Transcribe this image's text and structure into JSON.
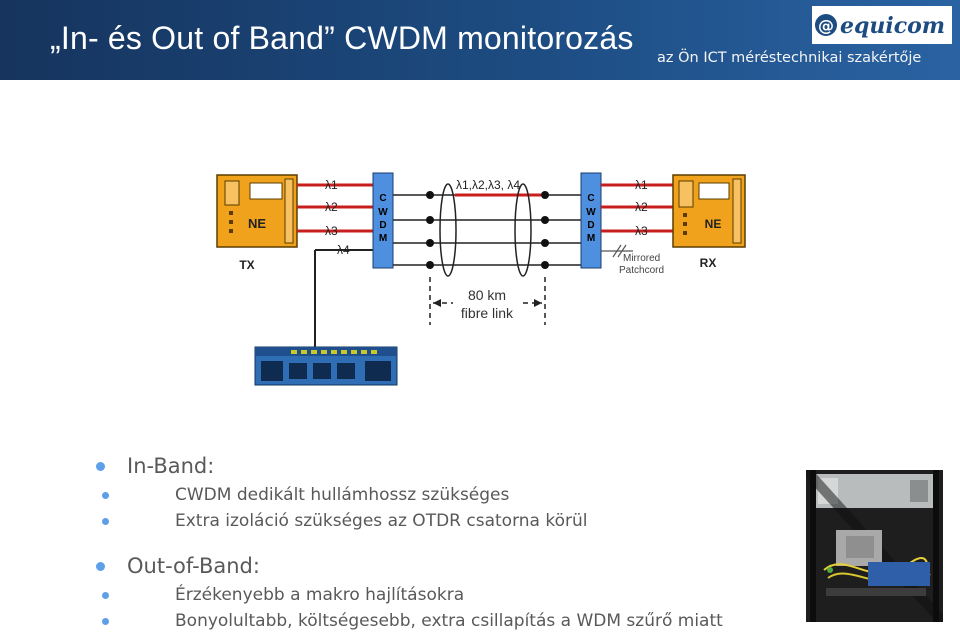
{
  "header": {
    "title": "„In- és Out of Band” CWDM monitorozás",
    "logo_text": "equicom",
    "tagline": "az Ön ICT méréstechnikai szakértője"
  },
  "diagram": {
    "tx_ne": "NE",
    "rx_ne": "NE",
    "tx_label": "TX",
    "rx_label": "RX",
    "cwdm_letters": [
      "C",
      "W",
      "D",
      "M"
    ],
    "lambdas_left": [
      "λ1",
      "λ2",
      "λ3",
      "λ4"
    ],
    "lambdas_right": [
      "λ1",
      "λ2",
      "λ3"
    ],
    "lambda_combined": "λ1,λ2,λ3, λ4",
    "distance": "80 km",
    "link_label": "fibre link",
    "mirrored_line1": "Mirrored",
    "mirrored_line2": "Patchcord"
  },
  "bullets": [
    {
      "text": "In-Band:",
      "sub": [
        "CWDM dedikált hullámhossz szükséges",
        "Extra izoláció szükséges az OTDR csatorna körül"
      ]
    },
    {
      "text": "Out-of-Band:",
      "sub": [
        "Érzékenyebb a makro hajlításokra",
        "Bonyolultabb, költségesebb, extra csillapítás a WDM szűrő miatt"
      ]
    }
  ],
  "colors": {
    "header_dark": "#16345e",
    "header_light": "#2a63a3",
    "bullet_dot": "#5d9fe8",
    "bullet_text": "#595959",
    "ne_box": "#f0a21c",
    "cwdm_box": "#4f8fe0",
    "fibre_red": "#c81e1e"
  }
}
